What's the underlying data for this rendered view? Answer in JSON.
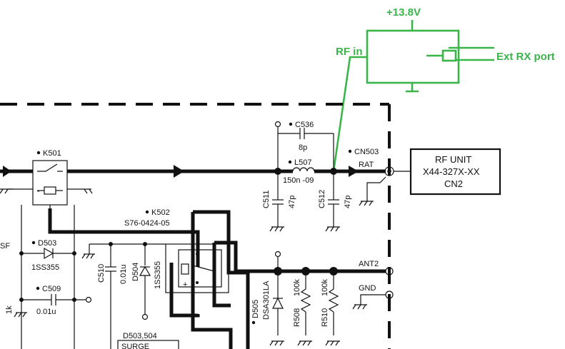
{
  "external_box": {
    "supply": "+13.8V",
    "rf_in": "RF in",
    "ext_rx": "Ext RX port"
  },
  "rf_unit": {
    "line1": "RF UNIT",
    "line2": "X44-327X-XX",
    "line3": "CN2"
  },
  "components": {
    "k501": "K501",
    "k502": "K502",
    "k502_part": "S76-0424-05",
    "c536": "C536",
    "c536_val": "8p",
    "l507": "L507",
    "l507_val": "150n -09",
    "cn503": "CN503",
    "rat": "RAT",
    "c511": "C511",
    "c511_val": "47p",
    "c512": "C512",
    "c512_val": "47p",
    "d503": "D503",
    "d503_part": "1SS355",
    "c509": "C509",
    "c509_val": "0.01u",
    "c510": "C510",
    "c510_val": "0.01u",
    "d504": "D504",
    "d504_part": "1SS355",
    "d505": "D505",
    "d505_part": "DSA301LA",
    "r508": "R508",
    "r508_val": "100k",
    "r510": "R510",
    "r510_val": "100k",
    "ant2": "ANT2",
    "gnd": "GND",
    "note": "D503,504",
    "surge": "SURGE",
    "left_sf": "SF",
    "left_1k": "1k"
  }
}
